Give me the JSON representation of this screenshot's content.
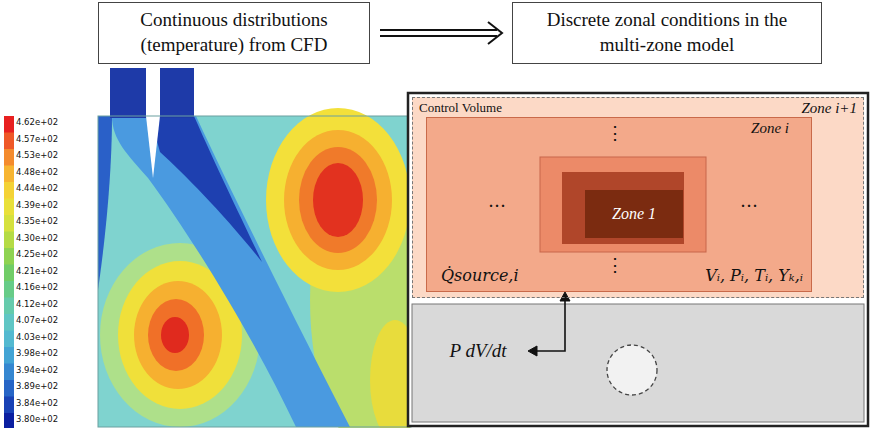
{
  "diagram": {
    "nodes": [
      {
        "text": [
          "Continuous distributions (temperature) from CFD"
        ]
      },
      {
        "text": [
          "Discrete zonal conditions in the multi-zone model"
        ]
      },
      {
        "text": [
          "Control Volume",
          "Zone i+1"
        ]
      },
      {
        "text": [
          "Zone i",
          "Vᵢ, Pᵢ, Tᵢ, Yₖ,ᵢ",
          "Q̇source,i"
        ],
        "in": 2
      },
      {
        "text": [
          "Zone 1"
        ],
        "in": 3
      },
      {
        "text": [
          "P dV/dt"
        ]
      }
    ],
    "edges": [
      {
        "from": 0,
        "to": 1,
        "arrow": "to"
      },
      {
        "from": 3,
        "to": 5,
        "arrow": "both"
      }
    ],
    "labels": [
      "4.62e+02",
      "4.57e+02",
      "4.53e+02",
      "4.48e+02",
      "4.44e+02",
      "4.39e+02",
      "4.35e+02",
      "4.30e+02",
      "4.25e+02",
      "4.21e+02",
      "4.16e+02",
      "4.12e+02",
      "4.07e+02",
      "4.03e+02",
      "3.98e+02",
      "3.94e+02",
      "3.89e+02",
      "3.84e+02",
      "3.80e+02",
      "⋮",
      "…",
      "…",
      "⋮"
    ]
  }
}
